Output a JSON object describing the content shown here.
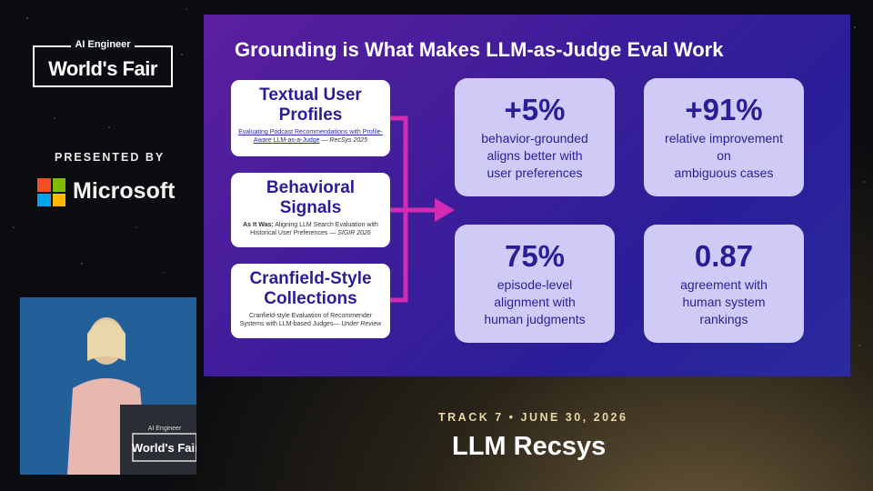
{
  "event": {
    "logo_small": "AI Engineer",
    "logo_big": "World's Fair",
    "presented_by": "PRESENTED BY",
    "sponsor": "Microsoft"
  },
  "slide": {
    "title": "Grounding is What Makes LLM-as-Judge Eval Work",
    "sources": [
      {
        "heading": "Textual User Profiles",
        "citation_link": "Evaluating Podcast Recommendations with Profile-Aware LLM-as-a-Judge",
        "citation_rest": " — RecSys 2025"
      },
      {
        "heading": "Behavioral Signals",
        "citation_bold": "As It Was:",
        "citation_link": " Aligning LLM Search Evaluation with Historical User Preferences",
        "citation_rest": " — SIGIR 2026"
      },
      {
        "heading": "Cranfield-Style Collections",
        "citation_link": "Cranfield-style Evaluation of Recommender Systems with LLM-based Judges",
        "citation_rest": "— Under Review"
      }
    ],
    "stats": [
      {
        "value": "+5%",
        "lines": [
          "behavior-grounded",
          "aligns better with",
          "user preferences"
        ]
      },
      {
        "value": "+91%",
        "lines": [
          "relative improvement",
          "on",
          "ambiguous cases"
        ]
      },
      {
        "value": "75%",
        "lines": [
          "episode-level",
          "alignment with",
          "human judgments"
        ]
      },
      {
        "value": "0.87",
        "lines": [
          "agreement with",
          "human system",
          "rankings"
        ]
      }
    ]
  },
  "podium": {
    "logo_small": "AI Engineer",
    "logo_big": "World's Fair"
  },
  "track": {
    "label": "TRACK 7 • JUNE 30, 2026",
    "name": "LLM Recsys"
  },
  "colors": {
    "slide_bg": "#3f1d9a",
    "card_bg": "#cfcbf6",
    "accent_arrow": "#d42bb3",
    "track_gold": "#e9d9a6"
  }
}
